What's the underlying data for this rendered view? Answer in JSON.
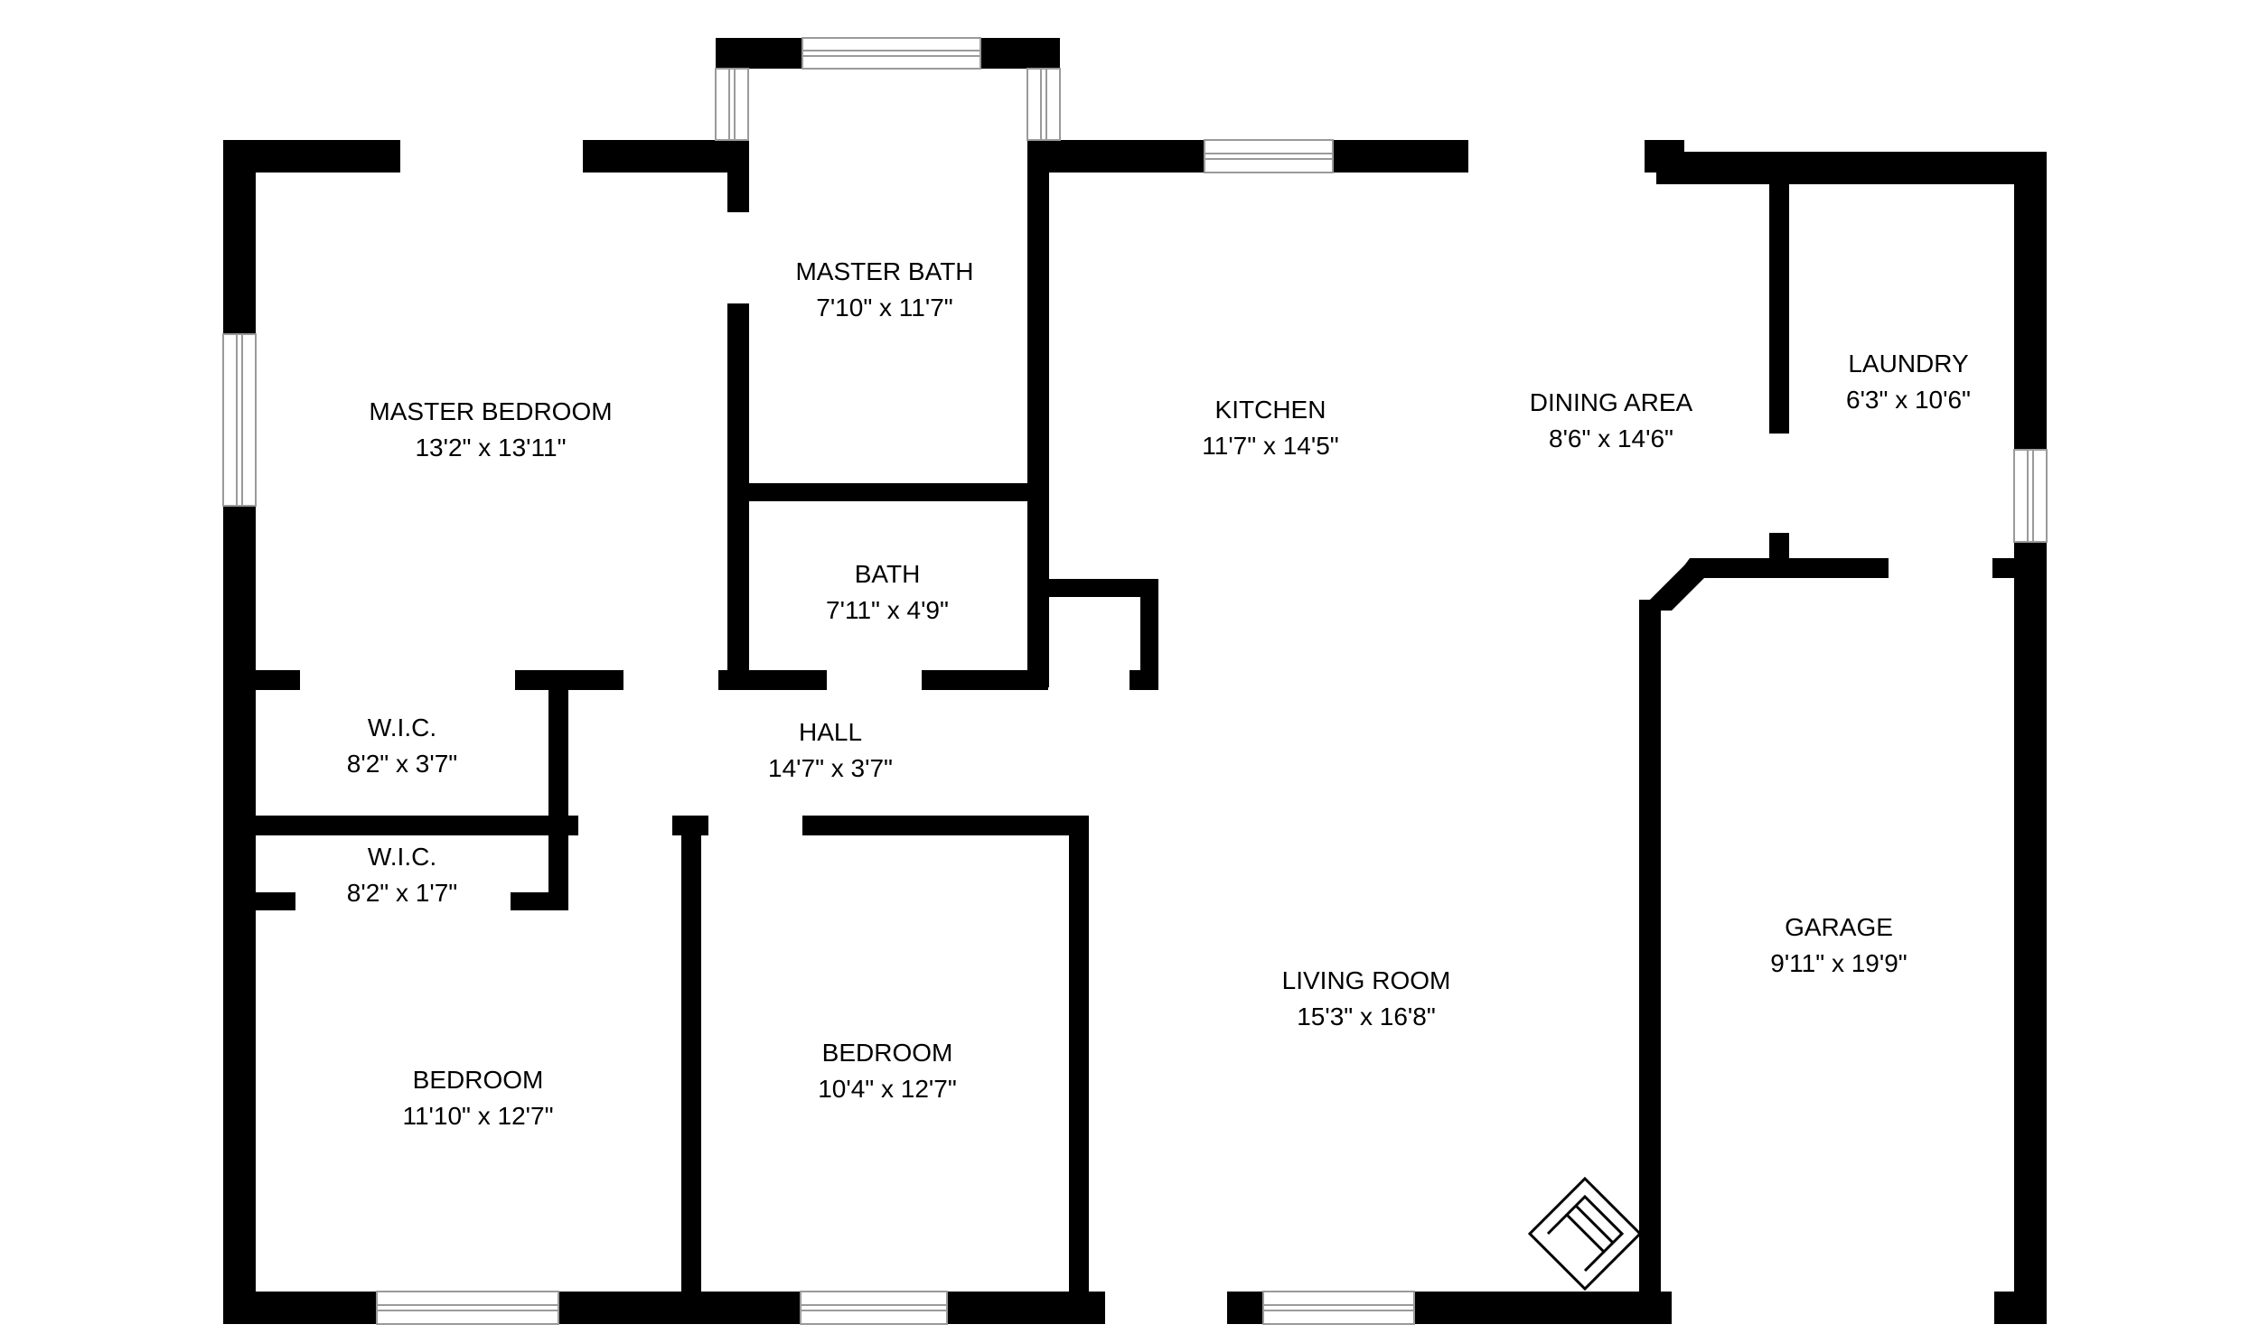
{
  "colors": {
    "wall": "#000000",
    "background": "#ffffff",
    "window_frame": "#9a9a9a"
  },
  "icons": {
    "fireplace": "fireplace-icon"
  },
  "rooms": [
    {
      "key": "master_bedroom",
      "name": "MASTER BEDROOM",
      "size": "13'2\" x 13'11\""
    },
    {
      "key": "master_bath",
      "name": "MASTER BATH",
      "size": "7'10\" x 11'7\""
    },
    {
      "key": "kitchen",
      "name": "KITCHEN",
      "size": "11'7\" x 14'5\""
    },
    {
      "key": "dining_area",
      "name": "DINING AREA",
      "size": "8'6\" x 14'6\""
    },
    {
      "key": "laundry",
      "name": "LAUNDRY",
      "size": "6'3\" x 10'6\""
    },
    {
      "key": "bath",
      "name": "BATH",
      "size": "7'11\" x 4'9\""
    },
    {
      "key": "wic_upper",
      "name": "W.I.C.",
      "size": "8'2\" x 3'7\""
    },
    {
      "key": "hall",
      "name": "HALL",
      "size": "14'7\" x 3'7\""
    },
    {
      "key": "wic_lower",
      "name": "W.I.C.",
      "size": "8'2\" x 1'7\""
    },
    {
      "key": "garage",
      "name": "GARAGE",
      "size": "9'11\" x 19'9\""
    },
    {
      "key": "living_room",
      "name": "LIVING ROOM",
      "size": "15'3\" x 16'8\""
    },
    {
      "key": "bedroom_left",
      "name": "BEDROOM",
      "size": "11'10\" x 12'7\""
    },
    {
      "key": "bedroom_mid",
      "name": "BEDROOM",
      "size": "10'4\" x 12'7\""
    }
  ]
}
